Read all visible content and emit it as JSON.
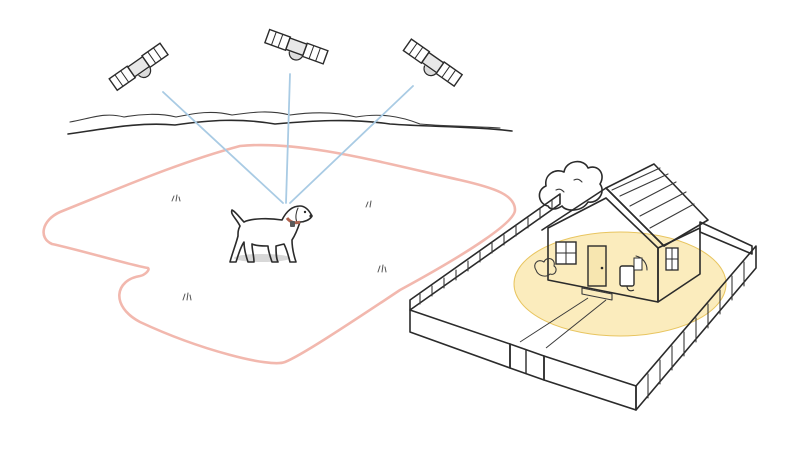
{
  "scene": {
    "colors": {
      "background": "#ffffff",
      "ink": "#2b2b2b",
      "gps_signal": "#a9cbe4",
      "geofence_boundary": "#f2b8ae",
      "base_station_glow": "#f7dc86",
      "house_wall": "#f4f1e8",
      "fence_wall": "#ffffff"
    },
    "satellites": [
      {
        "name": "satellite-left",
        "icon": "satellite-icon"
      },
      {
        "name": "satellite-center",
        "icon": "satellite-icon"
      },
      {
        "name": "satellite-right",
        "icon": "satellite-icon"
      }
    ],
    "dog": {
      "icon": "dog-icon",
      "collar": "gps-collar-icon"
    },
    "house": {
      "icon": "house-icon",
      "base_station": "wifi-base-station-icon"
    }
  }
}
